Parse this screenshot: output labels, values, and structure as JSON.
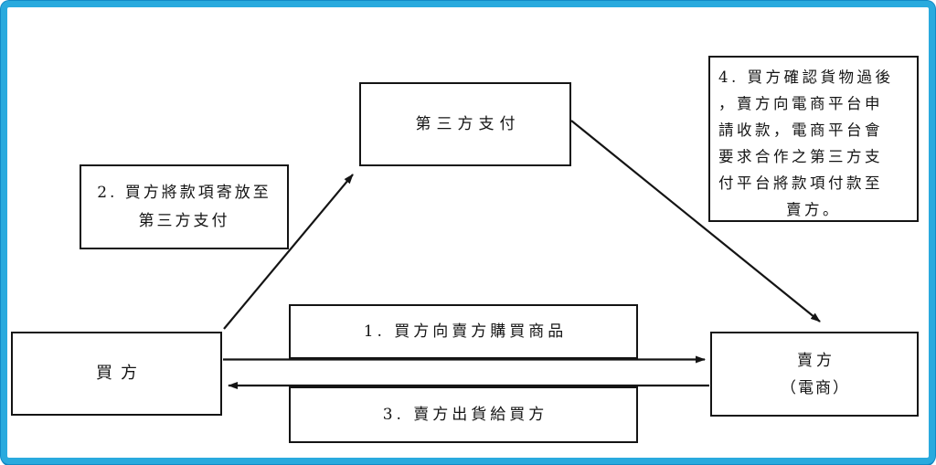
{
  "diagram": {
    "title_hint": "third-party payment escrow flow",
    "frame_color": "#29AADE",
    "line_color": "#141414",
    "nodes": {
      "third_party": {
        "label": "第三方支付"
      },
      "buyer": {
        "label": "買方"
      },
      "seller": {
        "line1": "賣方",
        "line2": "（電商）"
      }
    },
    "callouts": {
      "step2": {
        "line1": "2. 買方將款項寄放至",
        "line2": "第三方支付"
      },
      "step4": {
        "lines": [
          "4. 買方確認貨物過後",
          "，賣方向電商平台申",
          "請收款，電商平台會",
          "要求合作之第三方支",
          "付平台將款項付款至",
          "賣方。"
        ]
      }
    },
    "steps": {
      "step1": {
        "label": "1. 買方向賣方購買商品"
      },
      "step3": {
        "label": "3. 賣方出貨給買方"
      }
    },
    "arrows": [
      {
        "name": "buyer-to-third-party",
        "from": "buyer",
        "to": "third_party"
      },
      {
        "name": "third-party-to-seller",
        "from": "third_party",
        "to": "seller"
      },
      {
        "name": "buyer-to-seller",
        "from": "buyer",
        "to": "seller"
      },
      {
        "name": "seller-to-buyer",
        "from": "seller",
        "to": "buyer"
      }
    ]
  }
}
